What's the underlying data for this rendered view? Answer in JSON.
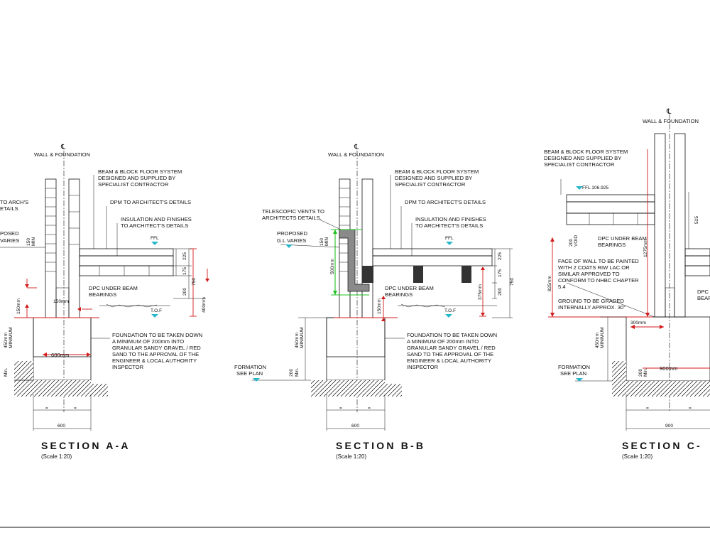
{
  "sheet": {
    "border_color": "#111111",
    "dimension_color": "#d21c1c",
    "vent_dimension_color": "#1fc21f",
    "level_marker_color": "#29b6c9"
  },
  "section_a": {
    "title": "SECTION A-A",
    "scale": "(Scale 1:20)",
    "cl_symbol": "℄",
    "wall_label": "WALL & FOUNDATION",
    "floor_system": [
      "BEAM & BLOCK FLOOR SYSTEM",
      "DESIGNED AND SUPPLIED BY",
      "SPECIALIST CONTRACTOR"
    ],
    "dpm": "DPM TO ARCHITECT'S DETAILS",
    "insulation": [
      "INSULATION AND FINISHES",
      "TO ARCHITECT'S DETAILS"
    ],
    "ffl": "FFL",
    "left_note_1": [
      "TO ARCH'S",
      "ETAILS"
    ],
    "left_note_2": [
      "POSED",
      "VARIES"
    ],
    "dim_150_min": [
      "150",
      "MIN"
    ],
    "dim_225": "225",
    "dim_175": "175",
    "dim_200": "200",
    "dim_750": "750",
    "dim_400": "400mm",
    "dim_150mm": "150mm",
    "dpc": [
      "DPC UNDER BEAM",
      "BEARINGS"
    ],
    "dim_tag": "150mm",
    "tof": "T.O.F",
    "foundation_note": [
      "FOUNDATION TO BE TAKEN DOWN",
      "A MINIMUM OF 200mm INTO",
      "GRANULAR SANDY GRAVEL / RED",
      "SAND TO THE APPROVAL OF THE",
      "ENGINEER & LOCAL AUTHORITY",
      "INSPECTOR"
    ],
    "dim_450": [
      "450mm",
      "MINIMUM"
    ],
    "width_600mm": "600mm",
    "min_label": "Min.",
    "eq": "=",
    "width_600": "600"
  },
  "section_b": {
    "title": "SECTION B-B",
    "scale": "(Scale 1:20)",
    "cl_symbol": "℄",
    "wall_label": "WALL & FOUNDATION",
    "floor_system": [
      "BEAM & BLOCK FLOOR SYSTEM",
      "DESIGNED AND SUPPLIED BY",
      "SPECIALIST CONTRACTOR"
    ],
    "dpm": "DPM TO ARCHITECT'S DETAILS",
    "insulation": [
      "INSULATION AND FINISHES",
      "TO ARCHITECT'S DETAILS"
    ],
    "ffl": "FFL",
    "vents": [
      "TELESCOPIC VENTS TO",
      "ARCHITECTS DETAILS."
    ],
    "proposed_gl": [
      "PROPOSED",
      "G.L VARIES"
    ],
    "dim_150_min": [
      "150",
      "MIN"
    ],
    "dim_500": "500mm",
    "dim_225": "225",
    "dim_175": "175",
    "dim_200": "200",
    "dim_750": "750",
    "dim_375": "375mm",
    "dim_150mm": "150mm",
    "dpc": [
      "DPC UNDER BEAM",
      "BEARINGS"
    ],
    "tof": "T.O.F",
    "foundation_note": [
      "FOUNDATION TO BE TAKEN DOWN",
      "A MINIMUM OF 200mm INTO",
      "GRANULAR SANDY GRAVEL / RED",
      "SAND TO THE APPROVAL OF THE",
      "ENGINEER & LOCAL AUTHORITY",
      "INSPECTOR"
    ],
    "dim_450": [
      "450mm",
      "MINIMUM"
    ],
    "formation": [
      "FORMATION",
      "SEE PLAN"
    ],
    "dim_200_min": [
      "200",
      "Min."
    ],
    "eq": "=",
    "width_600": "600"
  },
  "section_c": {
    "title": "SECTION C-",
    "scale": "(Scale 1:20)",
    "cl_symbol": "℄",
    "wall_label": "WALL & FOUNDATION",
    "floor_system": [
      "BEAM & BLOCK FLOOR SYSTEM",
      "DESIGNED AND SUPPLIED BY",
      "SPECIALIST CONTRACTOR"
    ],
    "ffl": "FFL 106.925",
    "dim_525": "525",
    "dim_200_void": [
      "200",
      "VOID"
    ],
    "dpc": [
      "DPC UNDER BEAM",
      "BEARINGS"
    ],
    "dim_1275": "1275mm",
    "dim_825": "825mm",
    "face_note": [
      "FACE OF WALL TO BE PAINTED",
      "WITH 2 COATS RIW LAC OR",
      "SIMILAR APPROVED TO",
      "CONFORM TO NHBC CHAPTER",
      "5.4"
    ],
    "ground_note": [
      "GROUND TO BE GRADED",
      "INTERNALLY APPROX. 30°"
    ],
    "right_dpc": [
      "DPC",
      "BEAR"
    ],
    "dim_300": "300mm",
    "dim_450": [
      "450mm",
      "MINIMUM"
    ],
    "formation": [
      "FORMATION",
      "SEE PLAN"
    ],
    "dim_200_min": [
      "200",
      "Min."
    ],
    "width_900mm": "900mm",
    "eq": "=",
    "width_900": "900"
  }
}
